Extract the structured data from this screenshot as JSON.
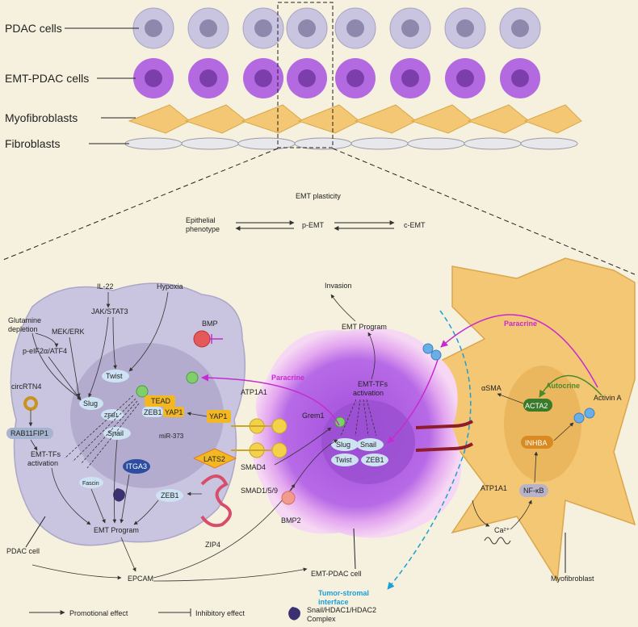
{
  "row_labels": {
    "pdac": "PDAC cells",
    "emt_pdac": "EMT-PDAC cells",
    "myofibroblasts": "Myofibroblasts",
    "fibroblasts": "Fibroblasts"
  },
  "plasticity": {
    "title": "EMT plasticity",
    "epithelial_line1": "Epithelial",
    "epithelial_line2": "phenotype",
    "p_emt": "p-EMT",
    "c_emt": "c-EMT"
  },
  "pdac_cell": {
    "il22": "IL-22",
    "hypoxia": "Hypoxia",
    "glutamine_line1": "Glutamine",
    "glutamine_line2": "depletion",
    "jak_stat3": "JAK/STAT3",
    "mek_erk": "MEK/ERK",
    "eif2a": "p-eIF2α/ATF4",
    "circrtn4": "circRTN4",
    "rab11fip1": "RAB11FIP1",
    "emt_tfs_line1": "EMT-TFs",
    "emt_tfs_line2": "activation",
    "twist": "Twist",
    "slug": "Slug",
    "zeb1_small": "ZEB1",
    "snail": "Snail",
    "tead": "TEAD",
    "zeb1": "ZEB1",
    "yap1_nuc": "YAP1",
    "mir373": "miR-373",
    "itga3": "ITGA3",
    "fascin": "Fascin",
    "zeb1_cyto": "ZEB1",
    "emt_program": "EMT Program",
    "zip4": "ZIP4",
    "bmp": "BMP",
    "yap1": "YAP1",
    "lats2": "LATS2",
    "cell_label": "PDAC cell",
    "epcam": "EPCAM"
  },
  "emt_cell": {
    "invasion": "Invasion",
    "emt_program": "EMT Program",
    "paracrine": "Paracrine",
    "atp1a1_top": "ATP1A1",
    "emt_tfs_line1": "EMT-TFs",
    "emt_tfs_line2": "activation",
    "grem1": "Grem1",
    "slug": "Slug",
    "snail": "Snail",
    "twist": "Twist",
    "zeb1": "ZEB1",
    "smad4": "SMAD4",
    "smad159": "SMAD1/5/9",
    "bmp2": "BMP2",
    "cell_label": "EMT-PDAC cell",
    "tumor_stromal_line1": "Tumor-stromal",
    "tumor_stromal_line2": "interface"
  },
  "myofibroblast": {
    "paracrine": "Paracrine",
    "autocrine": "Autocrine",
    "asma": "αSMA",
    "acta2": "ACTA2",
    "inhba": "INHBA",
    "activin_a": "Activin A",
    "atp1a1": "ATP1A1",
    "ca2": "Ca²⁺",
    "nfkb": "NF-κB",
    "cell_label": "Myofibroblast"
  },
  "legend": {
    "promotional": "Promotional effect",
    "inhibitory": "Inhibitory effect",
    "complex_line1": "Snail/HDAC1/HDAC2",
    "complex_line2": "Complex"
  },
  "colors": {
    "background": "#f6f1de",
    "pdac_cell": "#c9c4df",
    "emt_cell": "#b36ae0",
    "myofibroblast": "#f3c774",
    "paracrine": "#c62bd1",
    "autocrine": "#4a8a2a",
    "interface": "#1aa0d8"
  }
}
